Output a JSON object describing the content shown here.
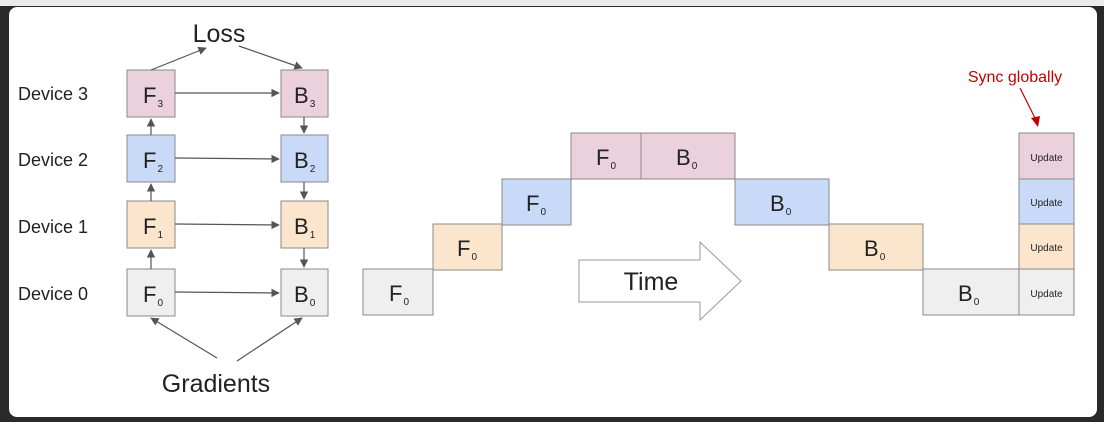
{
  "colors": {
    "d0": "#efefef",
    "d1": "#fce5cd",
    "d2": "#c9daf8",
    "d3": "#ead1dc",
    "border": "#8a8a8a",
    "arrow": "#555555",
    "annotation": "#c00000"
  },
  "left": {
    "loss_label": "Loss",
    "gradients_label": "Gradients",
    "devices": [
      {
        "name": "Device 3",
        "fwd": "F",
        "fwd_sub": "3",
        "bwd": "B",
        "bwd_sub": "3"
      },
      {
        "name": "Device 2",
        "fwd": "F",
        "fwd_sub": "2",
        "bwd": "B",
        "bwd_sub": "2"
      },
      {
        "name": "Device 1",
        "fwd": "F",
        "fwd_sub": "1",
        "bwd": "B",
        "bwd_sub": "1"
      },
      {
        "name": "Device 0",
        "fwd": "F",
        "fwd_sub": "0",
        "bwd": "B",
        "bwd_sub": "0"
      }
    ]
  },
  "timeline": {
    "time_label": "Time",
    "sync_label": "Sync globally",
    "update_label": "Update",
    "forward_blocks": [
      {
        "label": "F",
        "sub": "0"
      },
      {
        "label": "F",
        "sub": "0"
      },
      {
        "label": "F",
        "sub": "0"
      },
      {
        "label": "F",
        "sub": "0"
      }
    ],
    "backward_blocks": [
      {
        "label": "B",
        "sub": "0"
      },
      {
        "label": "B",
        "sub": "0"
      },
      {
        "label": "B",
        "sub": "0"
      },
      {
        "label": "B",
        "sub": "0"
      }
    ],
    "updates": [
      "Update",
      "Update",
      "Update",
      "Update"
    ]
  }
}
